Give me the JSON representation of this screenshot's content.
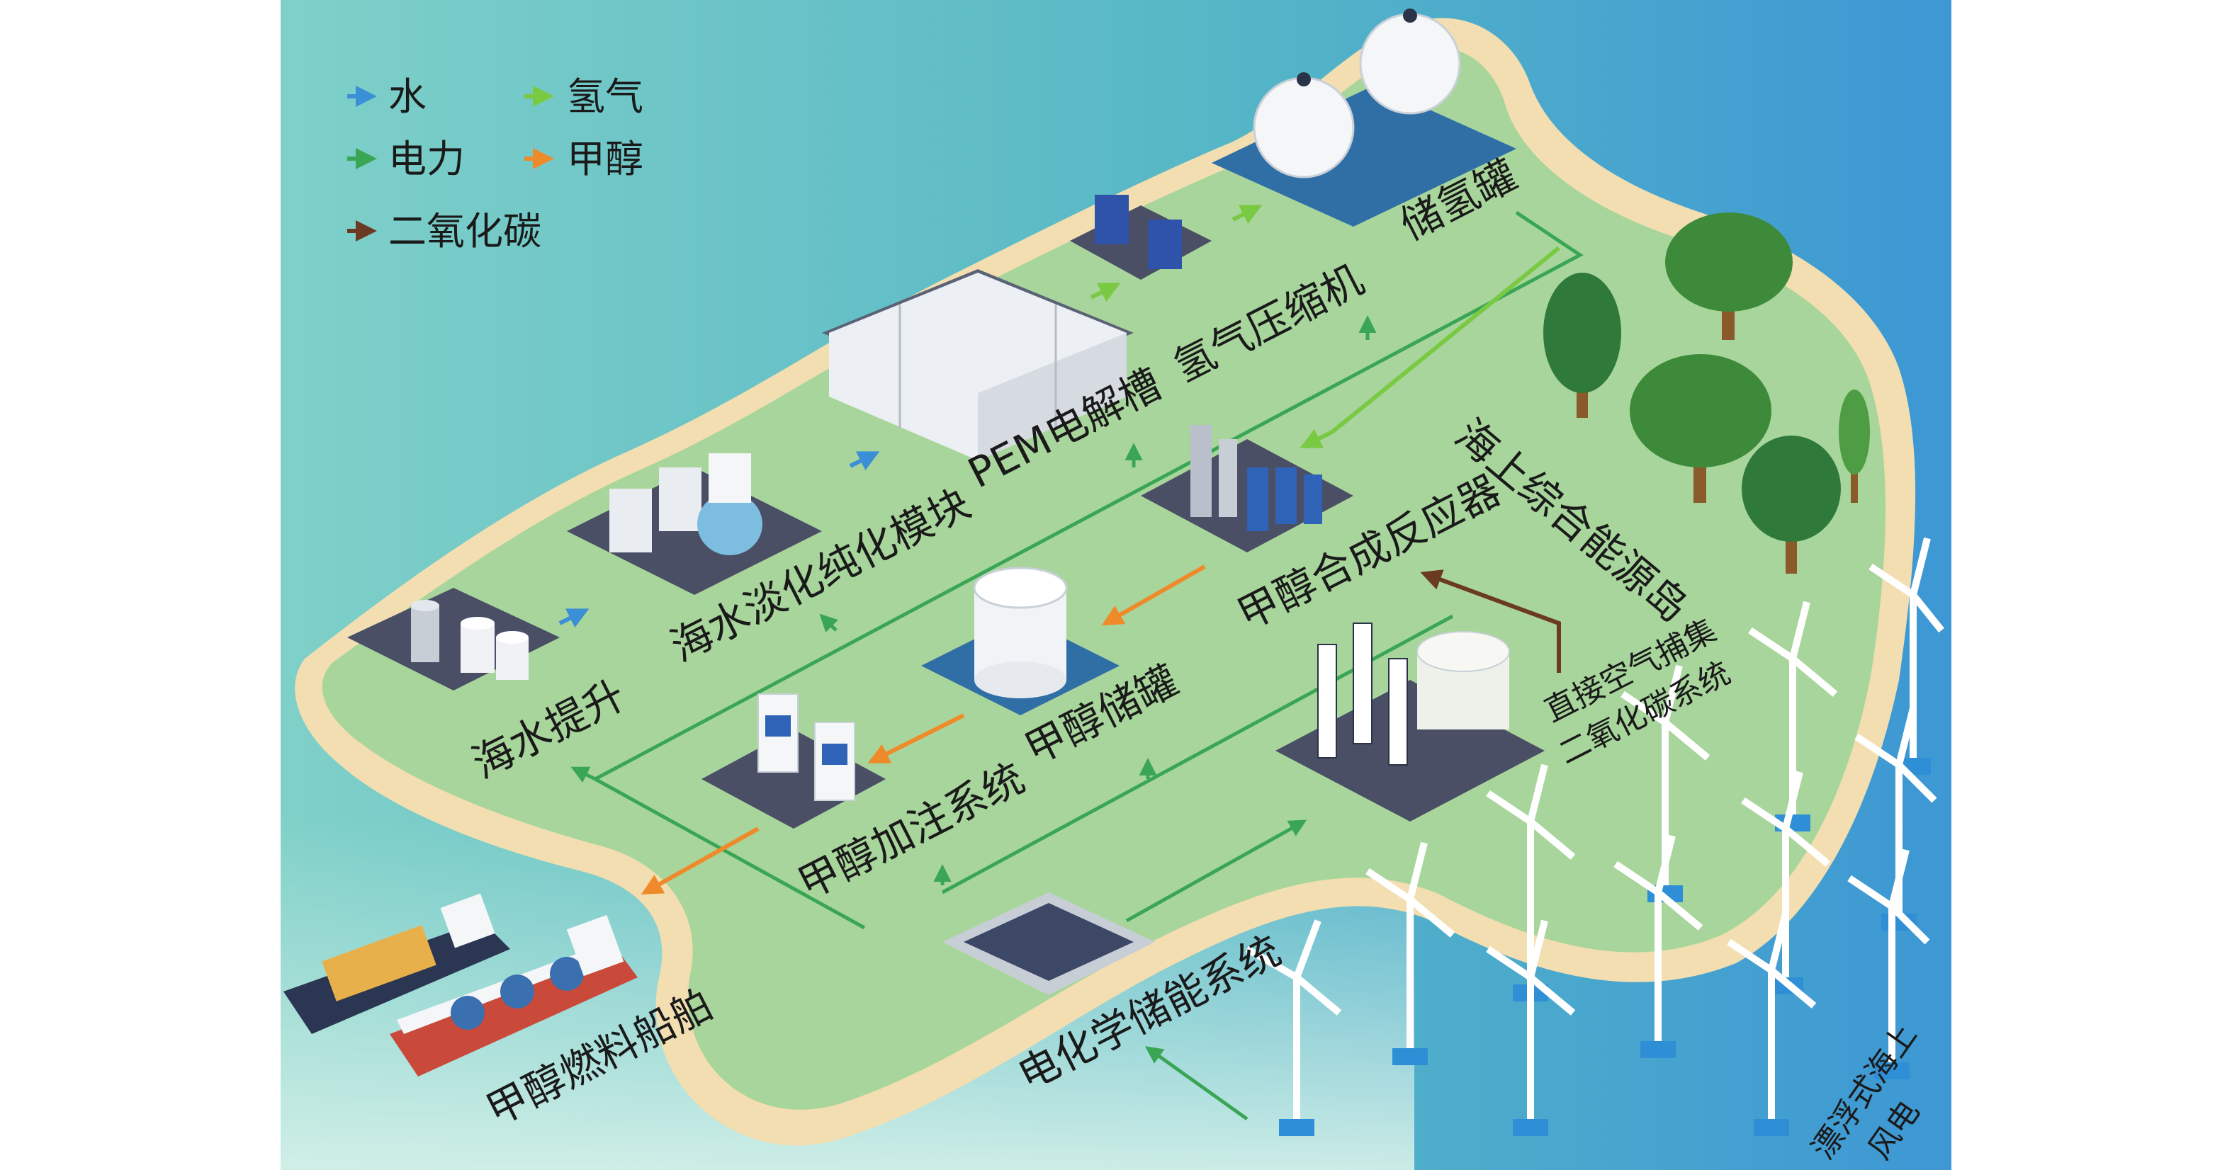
{
  "legend": {
    "water": "水",
    "hydrogen": "氢气",
    "power": "电力",
    "methanol": "甲醇",
    "co2": "二氧化碳"
  },
  "colors": {
    "water": "#3a8fd6",
    "hydrogen": "#7ac943",
    "power": "#3aa655",
    "methanol": "#ee8a2a",
    "co2": "#6b3a22",
    "sea_left": "#5fc3c0",
    "sea_right": "#3d9bd6",
    "island": "#a8d59b",
    "beach": "#f2deb0"
  },
  "labels": {
    "seawater_lift": "海水提升",
    "desalination": "海水淡化纯化模块",
    "pem": "PEM电解槽",
    "compressor": "氢气压缩机",
    "h2_tank": "储氢罐",
    "island_name": "海上综合能源岛",
    "methanol_reactor": "甲醇合成反应器",
    "methanol_tank": "甲醇储罐",
    "methanol_refuel": "甲醇加注系统",
    "dac_line1": "直接空气捕集",
    "dac_line2": "二氧化碳系统",
    "battery": "电化学储能系统",
    "ships": "甲醇燃料船舶",
    "wind_line1": "漂浮式海上",
    "wind_line2": "风电"
  }
}
